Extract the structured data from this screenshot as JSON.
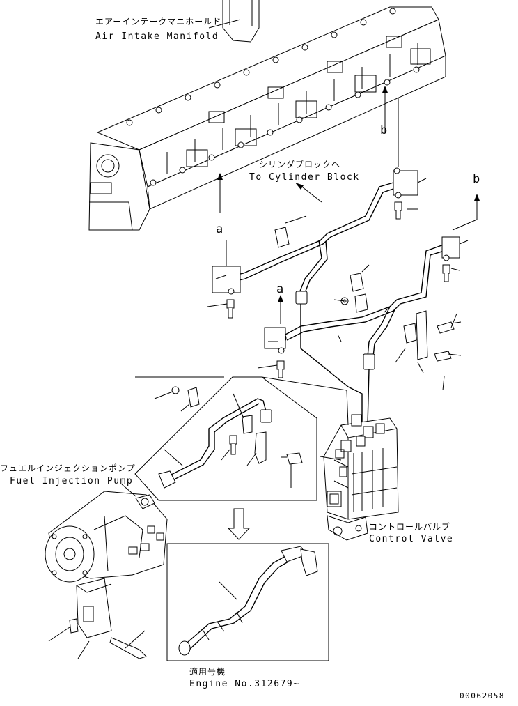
{
  "labels": {
    "manifold_jp": "エアーインテークマニホールド",
    "manifold_en": "Air Intake Manifold",
    "cylinder_jp": "シリンダブロックへ",
    "cylinder_en": "To Cylinder Block",
    "pump_jp": "フュエルインジェクションポンプ",
    "pump_en": "Fuel Injection Pump",
    "valve_jp": "コントロールバルブ",
    "valve_en": "Control Valve",
    "applicable_jp": "適用号機",
    "engine_no": "Engine No.312679~",
    "doc_no": "00062058"
  },
  "references": {
    "a": "a",
    "b": "b"
  }
}
